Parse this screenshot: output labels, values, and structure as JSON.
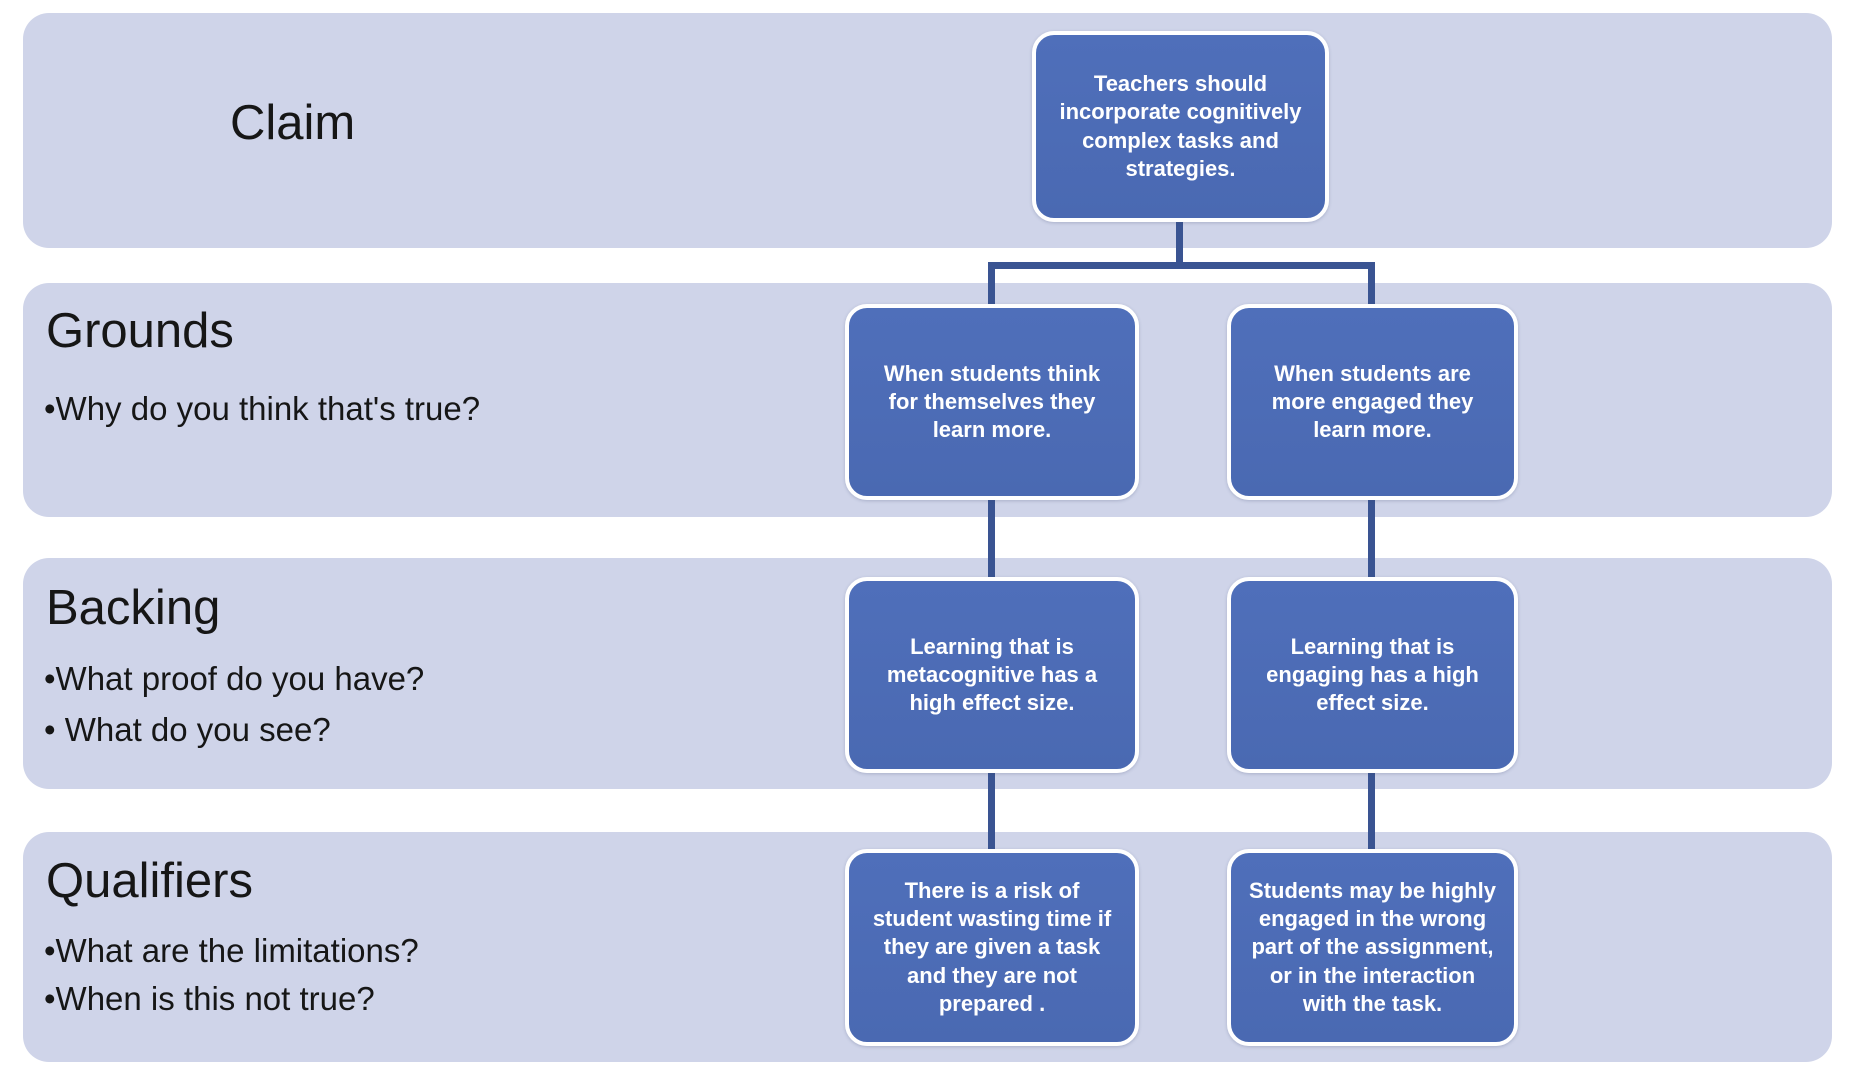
{
  "diagram_type": "toulmin-argument-smartart",
  "colors": {
    "band_fill": "#cfd4e9",
    "node_fill": "#4c6cb6",
    "node_border": "#ffffff",
    "connector": "#3a5492",
    "heading_text": "#161616",
    "node_text": "#ffffff",
    "page_background": "#ffffff"
  },
  "rows": [
    {
      "label": "Claim",
      "bullets": []
    },
    {
      "label": "Grounds",
      "bullets": [
        "•Why do you think that's true?"
      ]
    },
    {
      "label": "Backing",
      "bullets": [
        "•What proof do you have?",
        "• What do you see?"
      ]
    },
    {
      "label": "Qualifiers",
      "bullets": [
        "•What are the limitations?",
        "•When is this not true?"
      ]
    }
  ],
  "nodes": {
    "claim": "Teachers should incorporate cognitively complex tasks and strategies.",
    "grounds_left": "When students think for themselves they learn more.",
    "grounds_right": "When students are more engaged they learn more.",
    "backing_left": "Learning that is metacognitive has a high effect size.",
    "backing_right": "Learning that is engaging has a high effect size.",
    "qualifiers_left": "There is a risk of student wasting time if they are given a task and they are not prepared .",
    "qualifiers_right": "Students may be highly engaged in the wrong part of the assignment, or in the interaction with the task."
  }
}
